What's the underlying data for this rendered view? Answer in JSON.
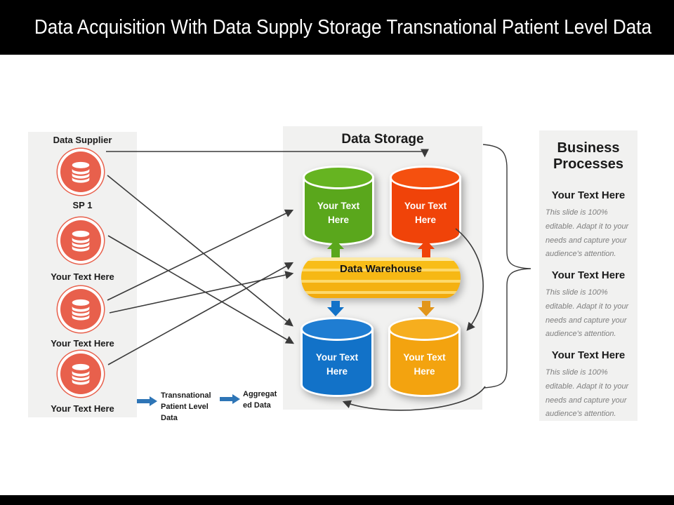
{
  "title": "Data Acquisition With Data Supply Storage Transnational Patient Level Data",
  "supplier_panel": {
    "title": "Data Supplier",
    "items": [
      {
        "icon": "database-icon",
        "label": "SP 1"
      },
      {
        "icon": "database-icon",
        "label": "Your Text Here"
      },
      {
        "icon": "database-icon",
        "label": "Your Text Here"
      },
      {
        "icon": "database-icon",
        "label": "Your Text Here"
      }
    ]
  },
  "storage_panel": {
    "title": "Data Storage",
    "cylinders": [
      {
        "id": "green",
        "label": "Your Text Here"
      },
      {
        "id": "red",
        "label": "Your Text Here"
      },
      {
        "id": "blue",
        "label": "Your Text Here"
      },
      {
        "id": "orange",
        "label": "Your Text Here"
      }
    ],
    "warehouse_label": "Data Warehouse"
  },
  "business_panel": {
    "title": "Business Processes",
    "blocks": [
      {
        "heading": "Your Text Here",
        "body": "This slide is 100% editable. Adapt it to your needs and capture your audience's attention."
      },
      {
        "heading": "Your Text Here",
        "body": "This slide is 100% editable. Adapt it to your needs and capture your audience's attention."
      },
      {
        "heading": "Your Text Here",
        "body": "This slide is 100% editable. Adapt it to your needs and capture your audience's attention."
      }
    ]
  },
  "flow": {
    "step1": "Transnational\nPatient Level\nData",
    "step2": "Aggregat\ned Data"
  },
  "colors": {
    "coral": "#e8604c",
    "green": "#5aa71c",
    "green_top": "#66b421",
    "redorange": "#f04309",
    "redorange_top": "#f5500f",
    "blue": "#1272c8",
    "blue_top": "#1f7dd2",
    "orange": "#f3a30f",
    "orange_top": "#f6ae1e",
    "arrow_orange": "#e2961b",
    "arrow_blue": "#2e75b6",
    "line": "#3a3a3a",
    "panel": "#f1f1f0"
  }
}
